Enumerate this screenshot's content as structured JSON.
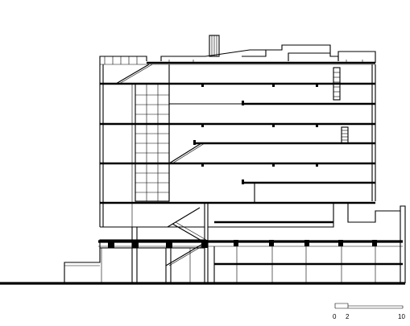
{
  "scale_bar": {
    "labels": [
      "0",
      "2",
      "10"
    ]
  }
}
